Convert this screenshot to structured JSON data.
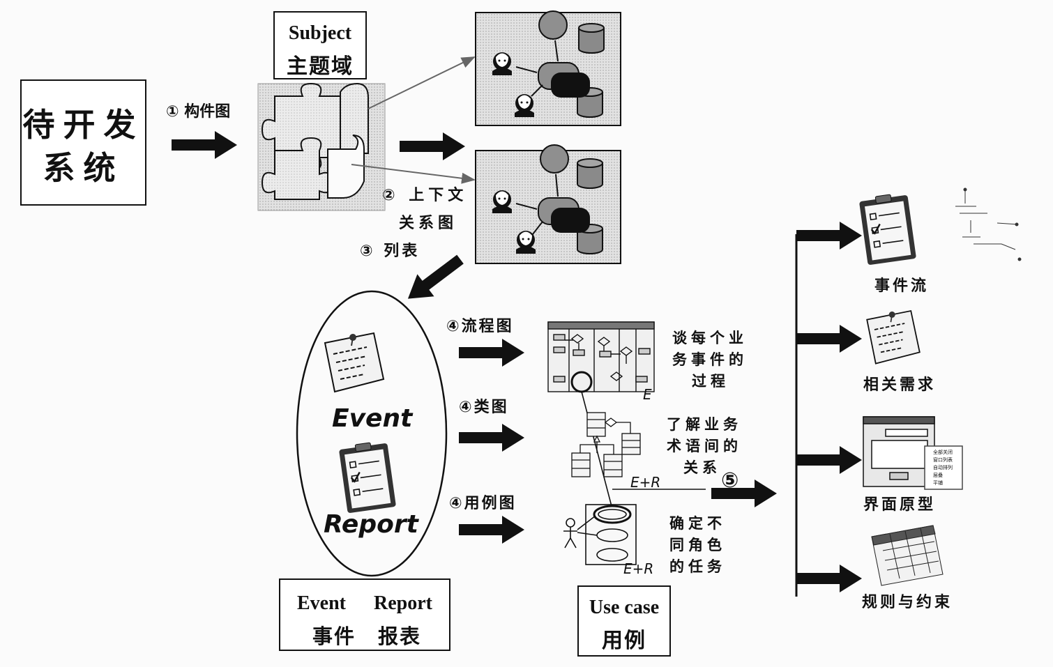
{
  "system_box": {
    "line1": "待开发",
    "line2": "系统"
  },
  "subject_box": {
    "en": "Subject",
    "zh": "主题域"
  },
  "steps": {
    "s1": "① 构件图",
    "s2a": "② 上下文",
    "s2b": "关系图",
    "s3": "③ 列表",
    "s4_flow": "④流程图",
    "s4_class": "④类图",
    "s4_usecase": "④用例图",
    "s5": "⑤"
  },
  "ellipse": {
    "event": "Event",
    "report": "Report"
  },
  "event_report_box": {
    "event_en": "Event",
    "report_en": "Report",
    "event_zh": "事件",
    "report_zh": "报表"
  },
  "usecase_box": {
    "en": "Use case",
    "zh": "用例"
  },
  "notes": {
    "flow": [
      "谈每个业",
      "务事件的",
      "过程"
    ],
    "class": [
      "了解业务",
      "术语间的",
      "关系"
    ],
    "usecase": [
      "确定不",
      "同角色",
      "的任务"
    ]
  },
  "markers": {
    "e": "E",
    "er1": "E+R",
    "er2": "E+R"
  },
  "outputs": [
    "事件流",
    "相关需求",
    "界面原型",
    "规则与约束"
  ],
  "ui_prototype_menu": [
    "全部关闭",
    "窗口列表",
    "自动排列",
    "层叠",
    "平铺"
  ],
  "colors": {
    "arrow": "#111111",
    "puzzle": "#d6d6d6",
    "panel": "#e4e4e4",
    "line": "#111111"
  }
}
